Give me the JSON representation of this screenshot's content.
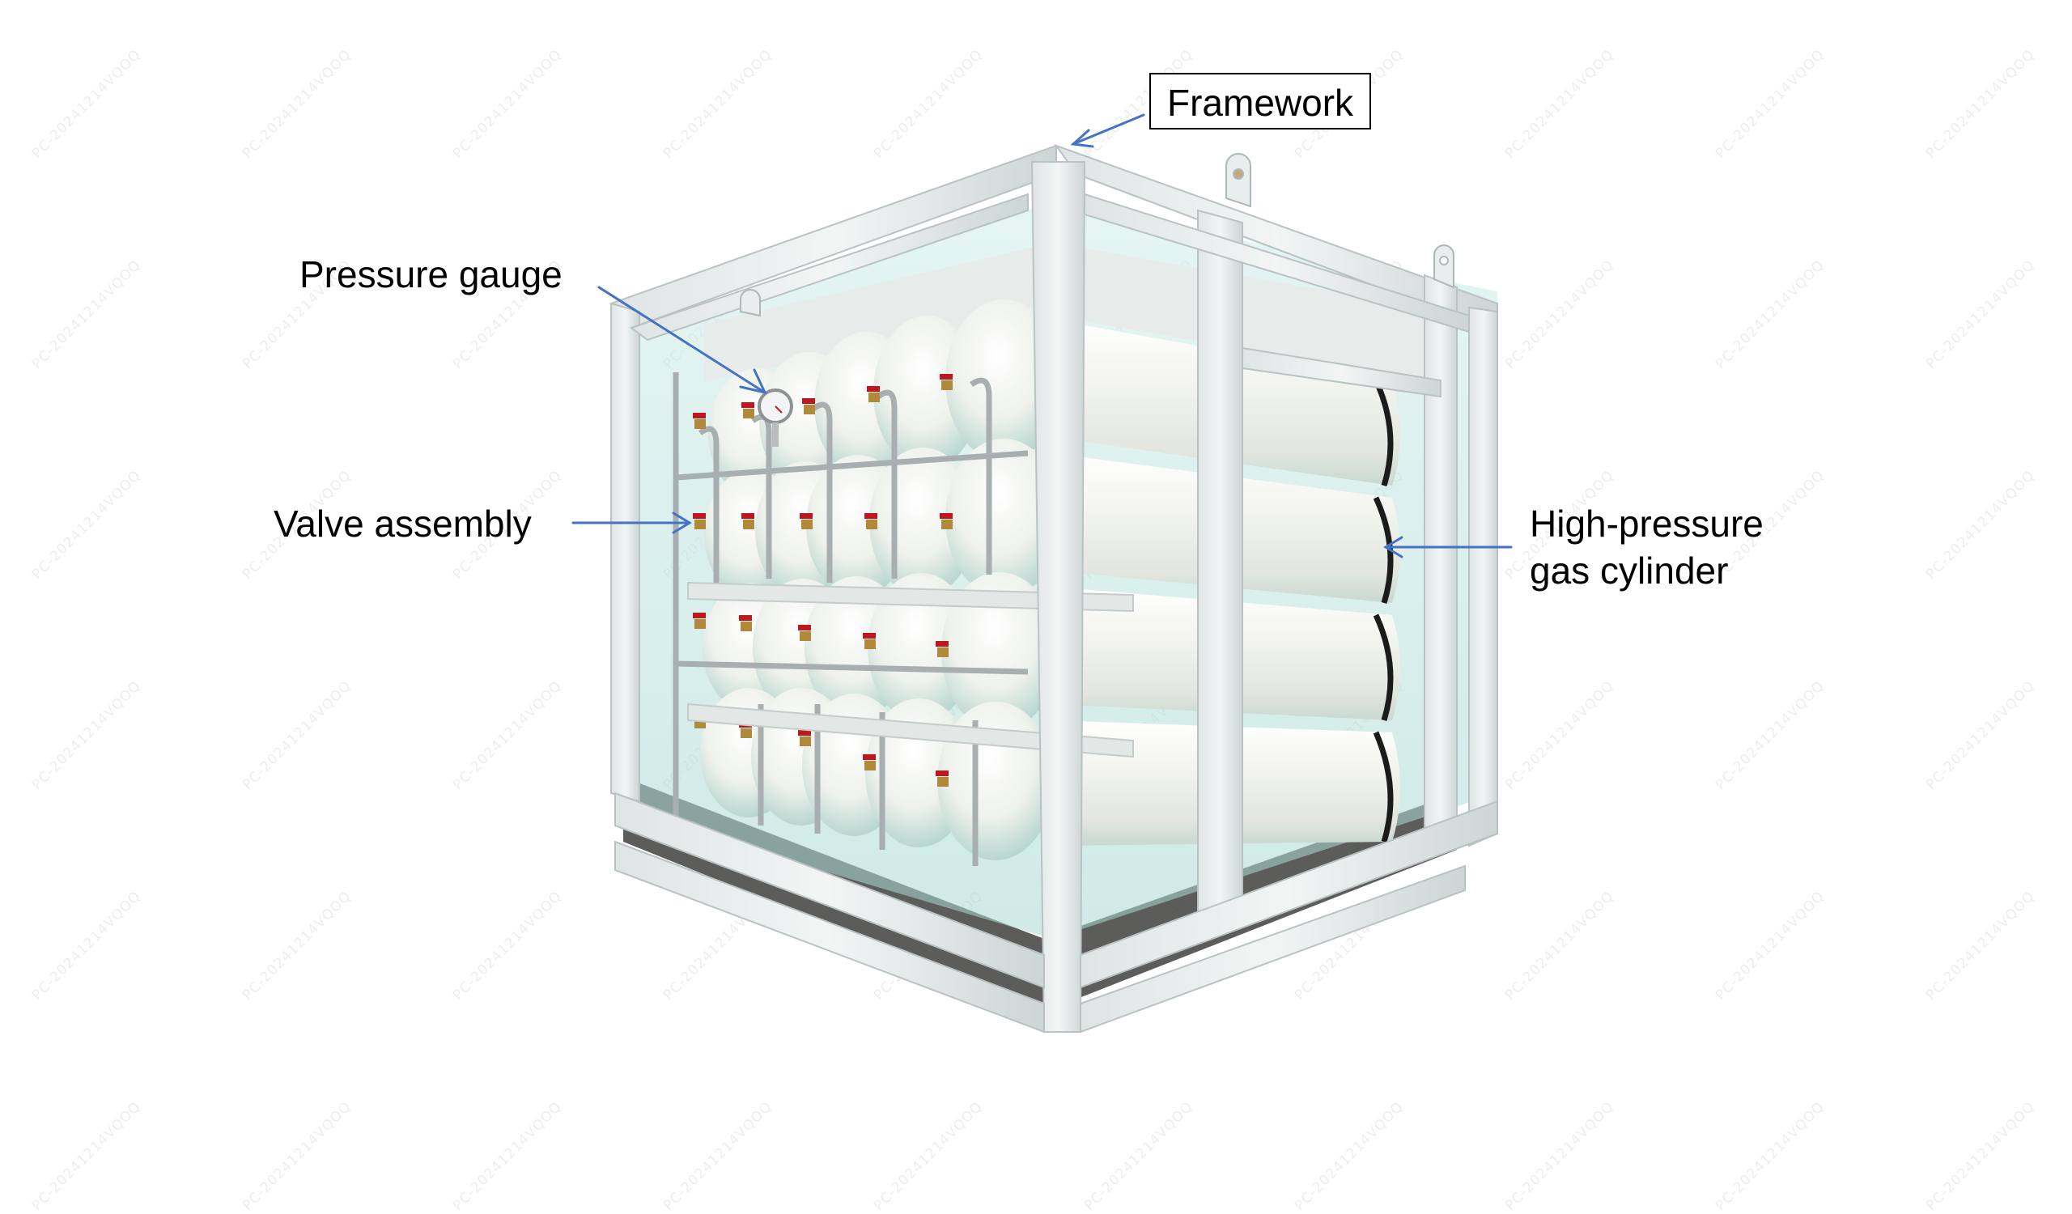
{
  "diagram": {
    "subject": "High-pressure gas cylinder bundle in steel framework",
    "labels": {
      "framework": "Framework",
      "pressure_gauge": "Pressure gauge",
      "valve_assembly": "Valve assembly",
      "cylinder_line1": "High-pressure",
      "cylinder_line2": "gas cylinder"
    },
    "arrow_color": "#4472C4",
    "watermark": "PC-20241214VQOQ",
    "colors": {
      "frame": "#E4E8E8",
      "frame_shade": "#C9D3D3",
      "cylinder": "#F2F3EE",
      "cylinder_shade": "#C7DCD6",
      "floor": "#4A4A48",
      "valve_handle": "#C0171E",
      "valve_body": "#B08A3A",
      "pipe": "#A9AEB0"
    }
  }
}
